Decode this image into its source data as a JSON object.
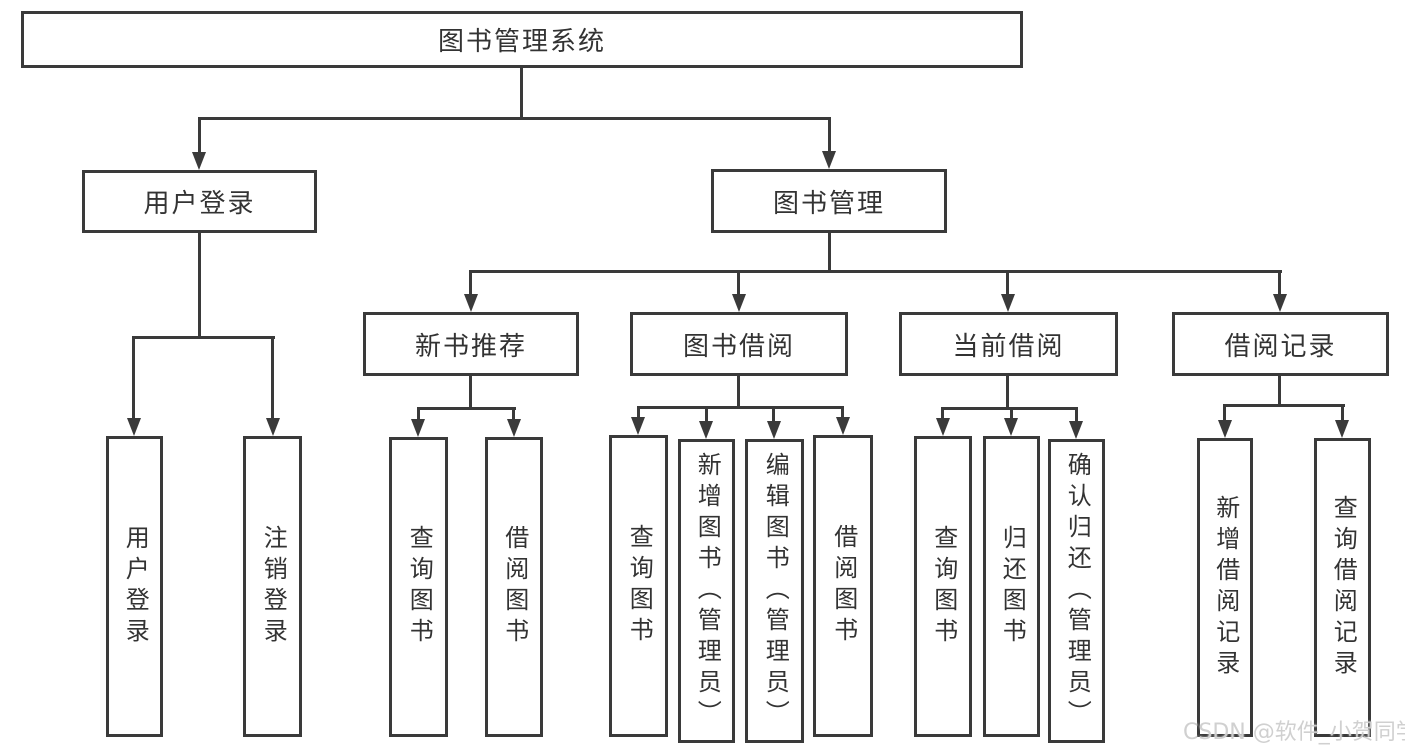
{
  "colors": {
    "line": "#3a3a3a",
    "text": "#333333",
    "background": "#ffffff",
    "watermark": "#cdcdcd"
  },
  "watermark": "CSDN @软件_小贺同学",
  "nodes": {
    "root": "图书管理系统",
    "user_login": "用户登录",
    "book_mgmt": "图书管理",
    "new_book_rec": "新书推荐",
    "book_borrow": "图书借阅",
    "current_borrow": "当前借阅",
    "borrow_records": "借阅记录",
    "ul_login": "用户登录",
    "ul_logout": "注销登录",
    "nb_query": "查询图书",
    "nb_borrow": "借阅图书",
    "bb_query": "查询图书",
    "bb_add": "新增图书（管理员）",
    "bb_edit": "编辑图书（管理员）",
    "bb_borrow": "借阅图书",
    "cb_query": "查询图书",
    "cb_return": "归还图书",
    "cb_confirm": "确认归还（管理员）",
    "br_add": "新增借阅记录",
    "br_query": "查询借阅记录"
  },
  "tree": {
    "label": "图书管理系统",
    "children": [
      {
        "label": "用户登录",
        "children": [
          "用户登录",
          "注销登录"
        ]
      },
      {
        "label": "图书管理",
        "children": [
          {
            "label": "新书推荐",
            "children": [
              "查询图书",
              "借阅图书"
            ]
          },
          {
            "label": "图书借阅",
            "children": [
              "查询图书",
              "新增图书（管理员）",
              "编辑图书（管理员）",
              "借阅图书"
            ]
          },
          {
            "label": "当前借阅",
            "children": [
              "查询图书",
              "归还图书",
              "确认归还（管理员）"
            ]
          },
          {
            "label": "借阅记录",
            "children": [
              "新增借阅记录",
              "查询借阅记录"
            ]
          }
        ]
      }
    ]
  }
}
